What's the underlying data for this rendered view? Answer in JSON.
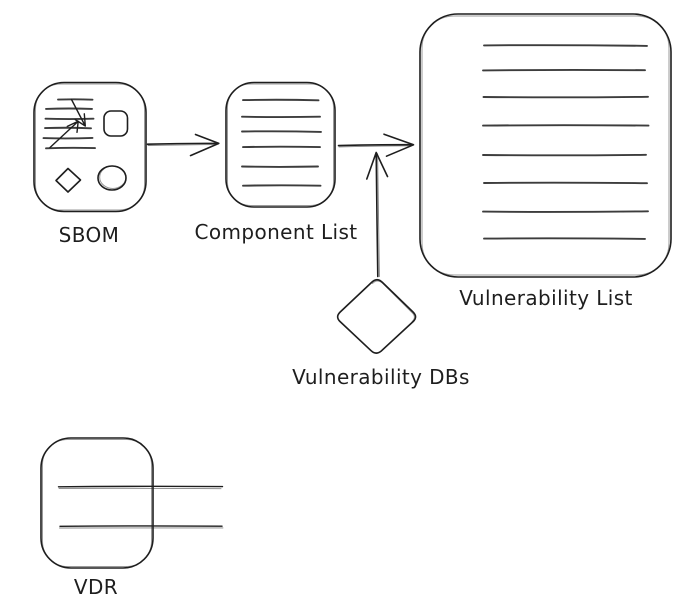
{
  "diagram": {
    "background": "#ffffff",
    "stroke_color": "#1e1e1e",
    "labels": {
      "sbom": "SBOM",
      "component_list": "Component List",
      "vulnerability_list": "Vulnerability List",
      "vulnerability_dbs": "Vulnerability DBs",
      "vdr": "VDR"
    },
    "nodes": [
      {
        "id": "sbom",
        "label": "SBOM",
        "shape": "rounded-box",
        "contents": "stack of text lines crossed by two small arrows, small square, small diamond, small circle"
      },
      {
        "id": "component-list",
        "label": "Component List",
        "shape": "rounded-box",
        "contents": "6 text lines"
      },
      {
        "id": "vulnerability-list",
        "label": "Vulnerability List",
        "shape": "rounded-box",
        "contents": "8 text lines"
      },
      {
        "id": "vulnerability-dbs",
        "label": "Vulnerability DBs",
        "shape": "diamond",
        "contents": "empty"
      },
      {
        "id": "vdr",
        "label": "VDR",
        "shape": "rounded-box",
        "contents": "2 text lines extending beyond right edge"
      }
    ],
    "edges": [
      {
        "id": "sbom-to-component-list",
        "from": "sbom",
        "to": "component-list",
        "style": "arrow-right"
      },
      {
        "id": "component-list-to-vulnerability-list",
        "from": "component-list",
        "to": "vulnerability-list",
        "style": "arrow-right"
      },
      {
        "id": "vulnerability-dbs-to-pipeline",
        "from": "vulnerability-dbs",
        "to": "component-list-to-vulnerability-list",
        "style": "arrow-up"
      }
    ]
  }
}
